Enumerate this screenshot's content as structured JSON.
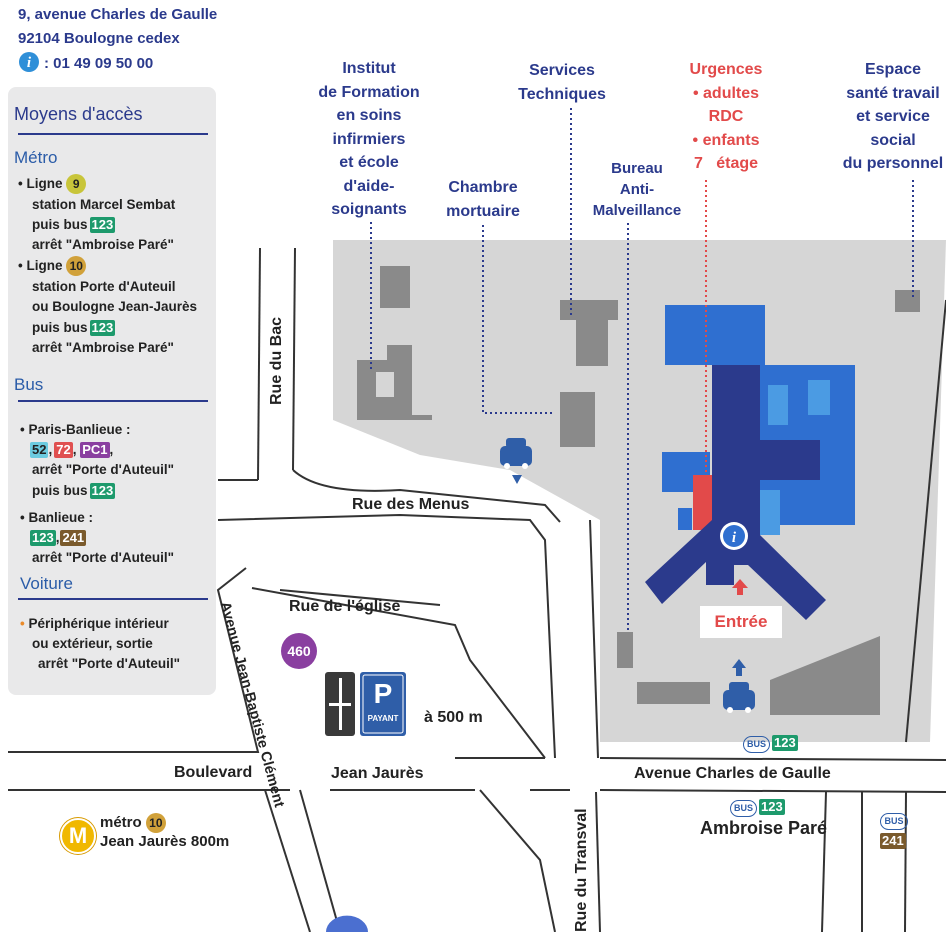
{
  "address": {
    "street": "9, avenue Charles de Gaulle",
    "city": "92104 Boulogne cedex",
    "phone": ": 01 49 09 50 00",
    "phone_icon": "info-circle-icon"
  },
  "panel": {
    "title": "Moyens d'accès",
    "metro": {
      "heading": "Métro",
      "line9_prefix": "• Ligne",
      "line9_badge": "9",
      "line9_station": "station Marcel Sembat",
      "line9_bus_prefix": "puis bus",
      "line9_bus": "123",
      "line9_stop": "arrêt \"Ambroise Paré\"",
      "line10_prefix": "• Ligne",
      "line10_badge": "10",
      "line10_station1": "station Porte d'Auteuil",
      "line10_station2": "ou Boulogne Jean-Jaurès",
      "line10_bus_prefix": "puis bus",
      "line10_bus": "123",
      "line10_stop": "arrêt \"Ambroise Paré\""
    },
    "bus": {
      "heading": "Bus",
      "paris_label": "• Paris-Banlieue :",
      "paris_badges": [
        "52",
        "72",
        "PC1"
      ],
      "paris_stop": "arrêt \"Porte d'Auteuil\"",
      "paris_bus_prefix": "puis bus",
      "paris_bus": "123",
      "banlieue_label": "• Banlieue :",
      "banlieue_badges": [
        "123",
        "241"
      ],
      "banlieue_stop": "arrêt \"Porte d'Auteuil\""
    },
    "car": {
      "heading": "Voiture",
      "line1": "Périphérique intérieur",
      "line2": "ou extérieur, sortie",
      "line3": "arrêt \"Porte d'Auteuil\""
    }
  },
  "labels": {
    "institut": [
      "Institut",
      "de Formation",
      "en soins",
      "infirmiers",
      "et école",
      "d'aide-",
      "soignants"
    ],
    "services": [
      "Services",
      "Techniques"
    ],
    "urgences": [
      "Urgences",
      "• adultes",
      "RDC",
      "• enfants",
      "7   étage"
    ],
    "espace": [
      "Espace",
      "santé travail",
      "et service",
      "social",
      "du personnel"
    ],
    "chambre": [
      "Chambre",
      "mortuaire"
    ],
    "bureau": [
      "Bureau",
      "Anti-",
      "Malveillance"
    ],
    "entree": "Entrée"
  },
  "streets": {
    "rue_du_bac": "Rue du Bac",
    "rue_des_menus": "Rue des Menus",
    "rue_eglise": "Rue de l'église",
    "avenue_jbc": "Avenue Jean-Baptiste Clément",
    "boulevard": "Boulevard",
    "jean_jaures": "Jean Jaurès",
    "avenue_cdg": "Avenue Charles de Gaulle",
    "rue_transval": "Rue du Transval"
  },
  "transit": {
    "bus_460": "460",
    "parking_p": "P",
    "parking_payant": "PAYANT",
    "parking_distance": "à 500 m",
    "bus_icon_text": "BUS",
    "bus_123": "123",
    "bus_241": "241",
    "stop_ambroise": "Ambroise Paré",
    "metro_symbol": "M",
    "metro_word": "métro",
    "metro_line": "10",
    "metro_station": "Jean Jaurès 800m"
  },
  "colors": {
    "navy": "#2b3a8c",
    "blue": "#2f6fd0",
    "light_blue": "#4b9be3",
    "red": "#e24a4a",
    "grey_block": "#d6d6d6",
    "building": "#8a8a8a",
    "green_bus": "#1d9a6c",
    "line9": "#c8c53a",
    "line10": "#d1a13a",
    "purple": "#8a3fa0",
    "brown": "#7a5a2c",
    "pink": "#e05050",
    "cyan": "#6ccbe0"
  }
}
